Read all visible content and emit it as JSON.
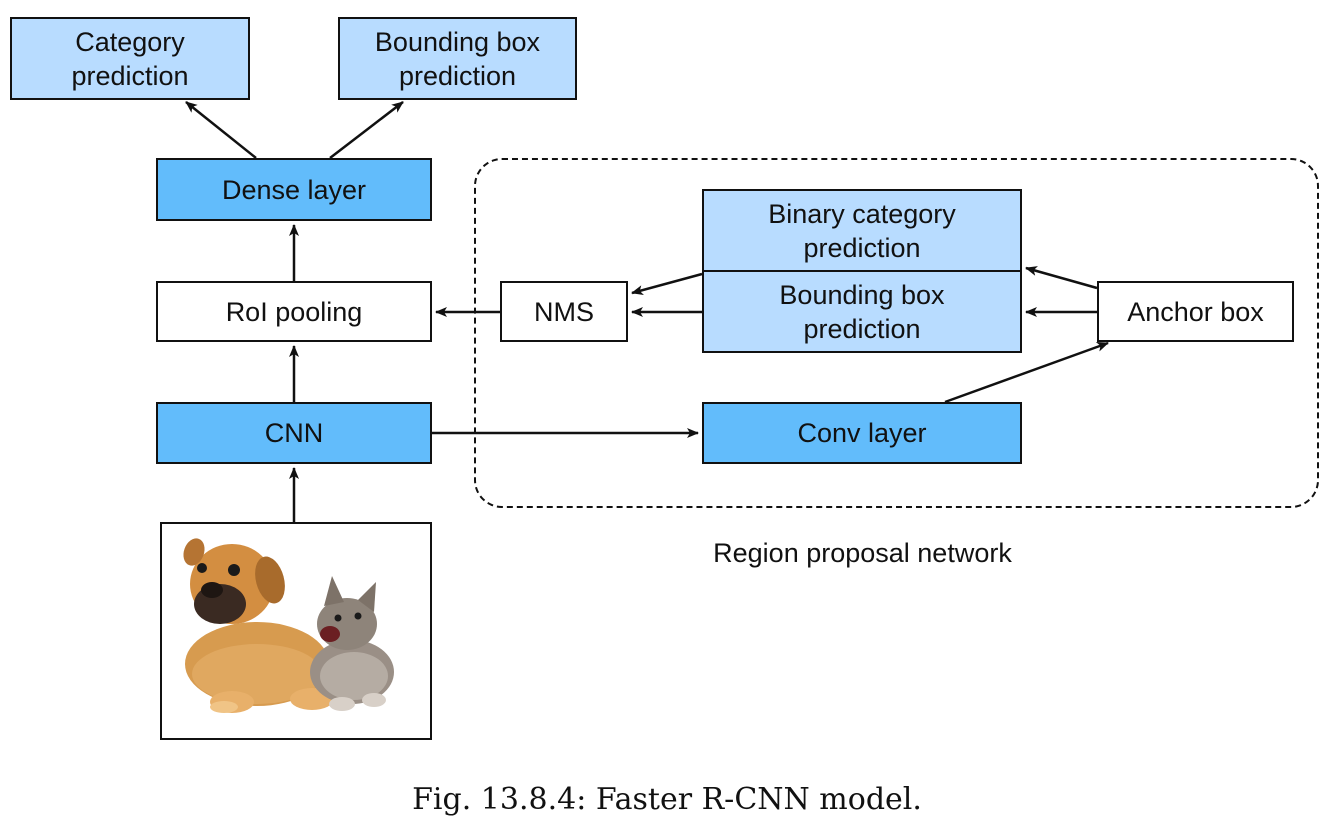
{
  "boxes": {
    "category_prediction": [
      "Category",
      "prediction"
    ],
    "bbox_prediction_top": [
      "Bounding box",
      "prediction"
    ],
    "dense_layer": "Dense layer",
    "roi_pooling": "RoI pooling",
    "cnn": "CNN",
    "nms": "NMS",
    "binary_category_prediction": [
      "Binary category",
      "prediction"
    ],
    "bbox_prediction_rpn": [
      "Bounding box",
      "prediction"
    ],
    "anchor_box": "Anchor box",
    "conv_layer": "Conv layer"
  },
  "region_label": "Region proposal network",
  "caption": "Fig. 13.8.4: Faster R-CNN model.",
  "colors": {
    "light_box": "#b8dcff",
    "dark_box": "#62bcfb",
    "stroke": "#111111"
  }
}
